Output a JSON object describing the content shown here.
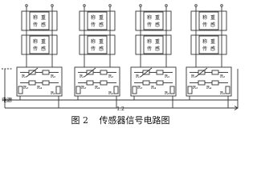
{
  "figure": {
    "number": "图 2",
    "title": "传感器信号电路图"
  },
  "modules": [
    {
      "sensor_label_upper": [
        "称",
        "重",
        "传",
        "感"
      ],
      "sensor_label_lower": [
        "称",
        "重",
        "传",
        "感"
      ],
      "resistor_labels": {
        "top_left": "R₁",
        "top_right": "R₂",
        "mid_left": "R₃",
        "mid_right": "R₄",
        "bottom_left": "R₅"
      }
    },
    {
      "sensor_label_upper": [
        "称",
        "重",
        "传",
        "感"
      ],
      "sensor_label_lower": [
        "称",
        "重",
        "传",
        "感"
      ],
      "resistor_labels": {
        "top_left": "R₁",
        "top_right": "R₂",
        "mid_left": "R₃",
        "mid_right": "R₄",
        "bottom_left": "R₅"
      }
    },
    {
      "sensor_label_upper": [
        "称",
        "重",
        "传",
        "感"
      ],
      "sensor_label_lower": [
        "称",
        "重",
        "传",
        "感"
      ],
      "resistor_labels": {
        "top_left": "R₁",
        "top_right": "R₂",
        "mid_left": "R₃",
        "mid_right": "R₄",
        "bottom_left": "R₅"
      }
    },
    {
      "sensor_label_upper": [
        "称",
        "重",
        "传",
        "感"
      ],
      "sensor_label_lower": [
        "称",
        "重",
        "传",
        "感"
      ],
      "resistor_labels": {
        "top_left": "R₁",
        "top_right": "R₂",
        "mid_left": "R₃",
        "mid_right": "R₄",
        "bottom_left": "R₅"
      }
    }
  ],
  "bus_labels": {
    "left": "电源",
    "bottom": "1.2"
  },
  "colors": {
    "line": "#333333",
    "box_fill": "#ffffff",
    "text": "#111111"
  }
}
